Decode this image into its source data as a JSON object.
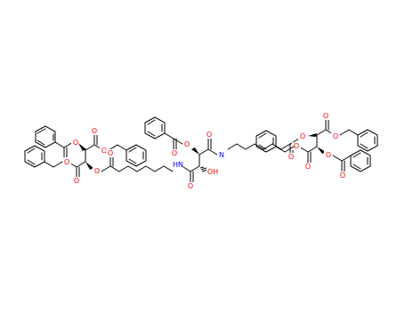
{
  "figure": {
    "type": "chemical-structure",
    "description_shown": false
  },
  "colors": {
    "bond": "#000000",
    "oxygen": "#ff0000",
    "nitrogen": "#0000ff",
    "background": "#ffffff"
  },
  "atom_labels": {
    "O": "O",
    "N": "N",
    "HN": "HN",
    "OH": "OH"
  }
}
